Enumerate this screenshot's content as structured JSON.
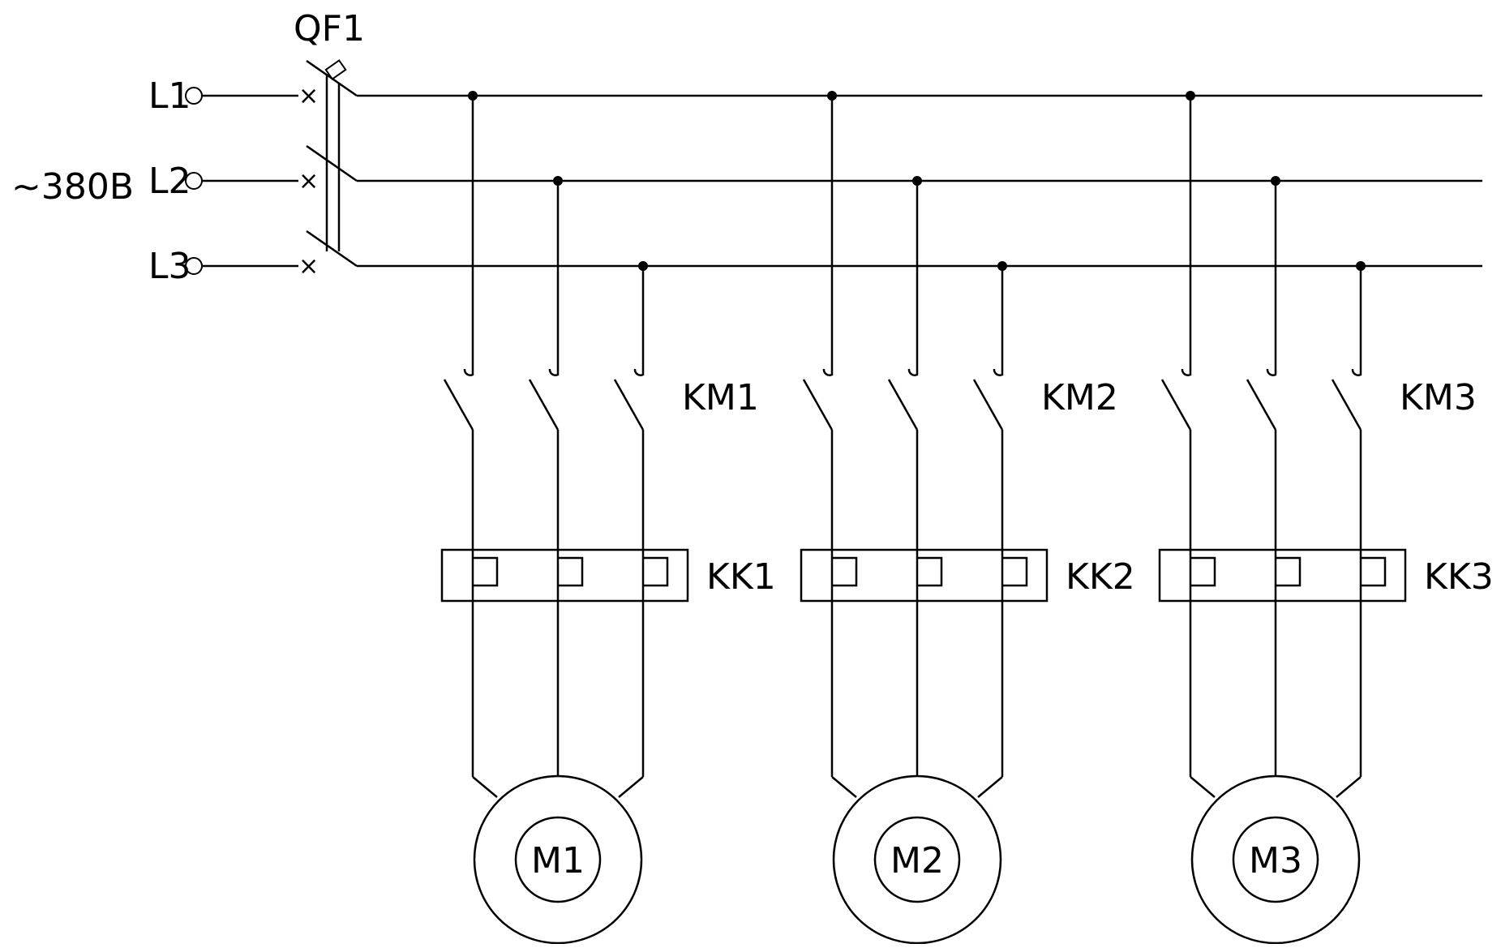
{
  "supply": {
    "voltage_label": "~380B",
    "phases": [
      "L1",
      "L2",
      "L3"
    ]
  },
  "breaker": {
    "label": "QF1"
  },
  "branches": [
    {
      "contactor": "KM1",
      "overload": "KK1",
      "motor": "M1"
    },
    {
      "contactor": "KM2",
      "overload": "KK2",
      "motor": "M2"
    },
    {
      "contactor": "KM3",
      "overload": "KK3",
      "motor": "M3"
    }
  ]
}
